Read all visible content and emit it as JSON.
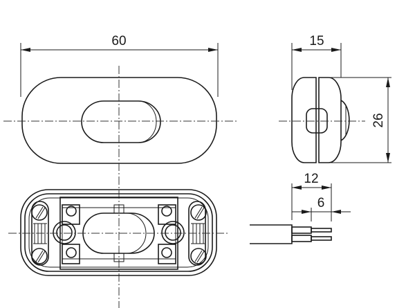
{
  "drawing": {
    "dimensions": {
      "length": "60",
      "depth": "15",
      "height": "26",
      "strip_outer": "12",
      "strip_inner": "6"
    }
  }
}
